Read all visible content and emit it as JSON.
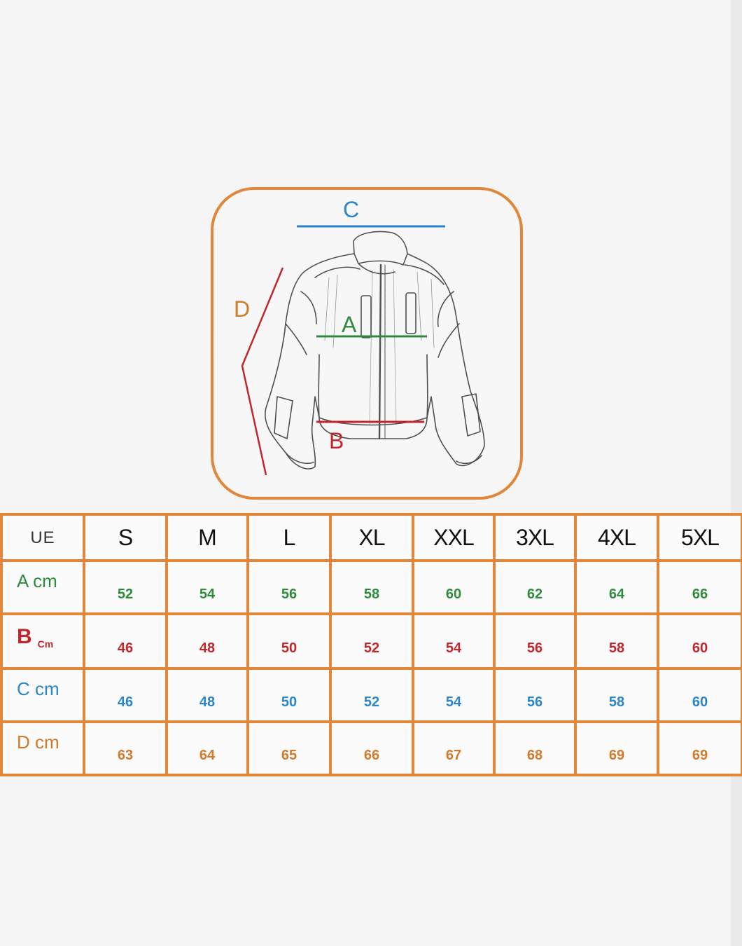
{
  "diagram": {
    "labels": {
      "a": "A",
      "b": "B",
      "c": "C",
      "d": "D"
    },
    "colors": {
      "frame": "#e2873a",
      "a": "#2e8b3d",
      "b": "#c0262c",
      "c": "#2a86c8",
      "d": "#d07a2c"
    },
    "illustration": "jacket-sketch"
  },
  "size_table": {
    "header_label": "UE",
    "sizes": [
      "S",
      "M",
      "L",
      "XL",
      "XXL",
      "3XL",
      "4XL",
      "5XL"
    ],
    "rows": [
      {
        "label": "A cm",
        "values": [
          "52",
          "54",
          "56",
          "58",
          "60",
          "62",
          "64",
          "66"
        ]
      },
      {
        "label_big": "B",
        "label_small": "Cm",
        "values": [
          "46",
          "48",
          "50",
          "52",
          "54",
          "56",
          "58",
          "60"
        ]
      },
      {
        "label": "C cm",
        "values": [
          "46",
          "48",
          "50",
          "52",
          "54",
          "56",
          "58",
          "60"
        ]
      },
      {
        "label": "D cm",
        "values": [
          "63",
          "64",
          "65",
          "66",
          "67",
          "68",
          "69",
          "69"
        ]
      }
    ]
  }
}
